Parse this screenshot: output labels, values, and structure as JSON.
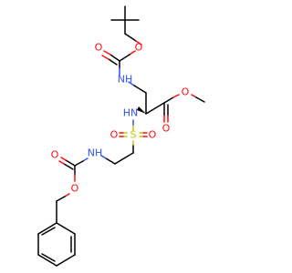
{
  "molecule": {
    "colors": {
      "carbon": "#000000",
      "oxygen": "#ff0d0d",
      "nitrogen": "#3050f8",
      "sulfur": "#c8c800"
    },
    "atoms": {
      "o_boc_ester": "O",
      "o_boc_carbonyl": "O",
      "nh_boc": "NH",
      "hn_sulfonamide": "HN",
      "s": "S",
      "o_s_left": "O",
      "o_s_right": "O",
      "o_methyl_ester": "O",
      "o_ester_carbonyl": "O",
      "nh_cbz": "NH",
      "o_cbz_carbonyl": "O",
      "o_cbz_ester": "O"
    }
  }
}
